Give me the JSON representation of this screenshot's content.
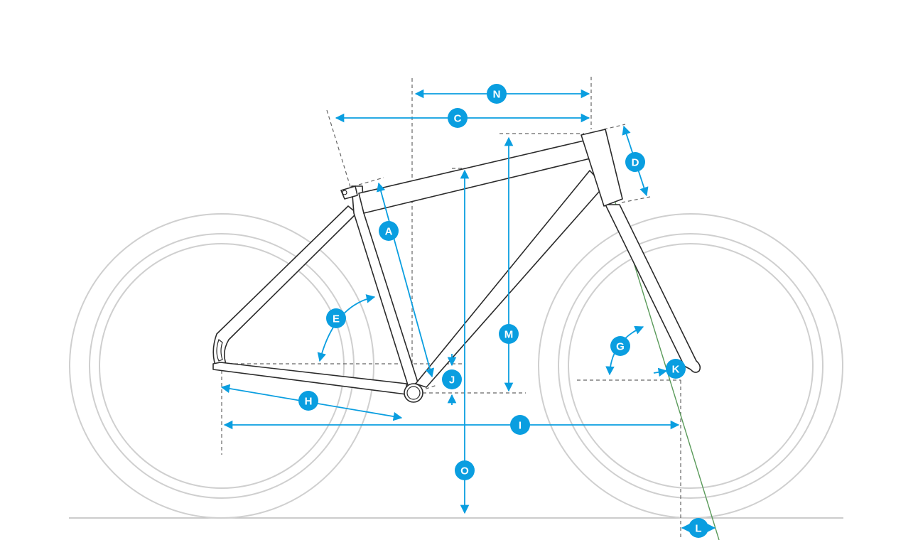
{
  "title": "Bike frame geometry diagram",
  "labels": {
    "A": "A",
    "C": "C",
    "D": "D",
    "E": "E",
    "G": "G",
    "H": "H",
    "I": "I",
    "J": "J",
    "K": "K",
    "L": "L",
    "M": "M",
    "N": "N",
    "O": "O"
  },
  "colors": {
    "accent": "#0a9ee0",
    "frame": "#2b2b2b",
    "tire": "#cfcfcf",
    "steering_axis": "#5a9a5a"
  }
}
